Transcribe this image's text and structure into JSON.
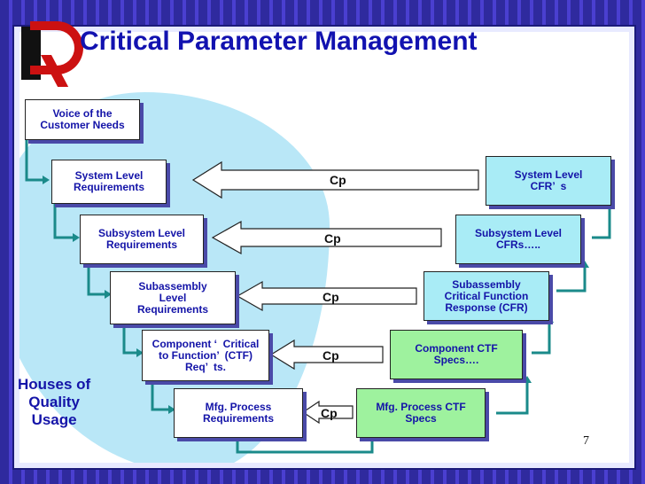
{
  "title": "Critical Parameter Management",
  "voice": "Voice of the\nCustomer Needs",
  "left_boxes": [
    "System Level\nRequirements",
    "Subsystem Level\nRequirements",
    "Subassembly\nLevel\nRequirements",
    "Component ‘  Critical\nto Function’  (CTF)\nReq’  ts.",
    "Mfg. Process\nRequirements"
  ],
  "right_boxes": [
    "System Level\nCFR’  s",
    "Subsystem Level\nCFRs…..",
    "Subassembly\nCritical Function\nResponse (CFR)",
    "Component CTF\nSpecs….",
    "Mfg. Process CTF\nSpecs"
  ],
  "cp_labels": [
    "Cp",
    "Cp",
    "Cp",
    "Cp",
    "Cp"
  ],
  "houses": "Houses of\nQuality\nUsage",
  "page_number": "7",
  "colors": {
    "title": "#1212b0",
    "right_box": "#a9ecf6",
    "green_box": "#9ef29e",
    "connector": "#1a8a8a"
  }
}
